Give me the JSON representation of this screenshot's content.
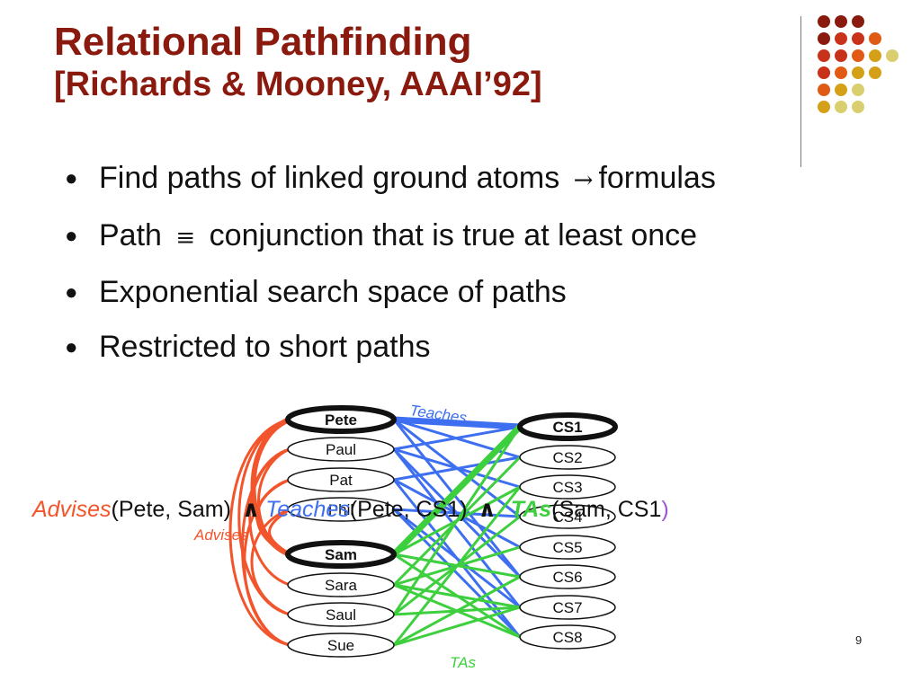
{
  "slide": {
    "title_line1": "Relational Pathfinding",
    "title_line2": "[Richards & Mooney, AAAI’92]",
    "page_number": "9"
  },
  "bullets": [
    {
      "before": "Find paths of linked ground atoms",
      "symbol": "→",
      "after": "formulas"
    },
    {
      "before": "Path",
      "symbol": "≡",
      "after": "conjunction that is true at least once"
    },
    {
      "before": "Exponential search space of paths",
      "symbol": "",
      "after": ""
    },
    {
      "before": "Restricted to short paths",
      "symbol": "",
      "after": ""
    }
  ],
  "graph": {
    "people": [
      "Pete",
      "Paul",
      "Pat",
      "Phil",
      "Sam",
      "Sara",
      "Saul",
      "Sue"
    ],
    "courses": [
      "CS1",
      "CS2",
      "CS3",
      "CS4",
      "CS5",
      "CS6",
      "CS7",
      "CS8"
    ],
    "highlighted_people": [
      "Pete",
      "Sam"
    ],
    "highlighted_courses": [
      "CS1"
    ],
    "edge_labels": {
      "teaches": "Teaches",
      "advises": "Advises",
      "tas": "TAs"
    },
    "colors": {
      "advises": "#f2552c",
      "teaches": "#3d6ff0",
      "tas": "#3ecf3e",
      "title": "#8b1a0e",
      "paren": "#9b59d0"
    }
  },
  "formula": {
    "advises_pred": "Advises",
    "advises_args": "(Pete, Sam)",
    "and1": "∧",
    "teaches_pred": "Teaches",
    "teaches_args": "(Pete, CS1)",
    "and2": "∧",
    "tas_pred": "TAs",
    "tas_args": "(Sam, CS1",
    "close_paren": ")"
  }
}
